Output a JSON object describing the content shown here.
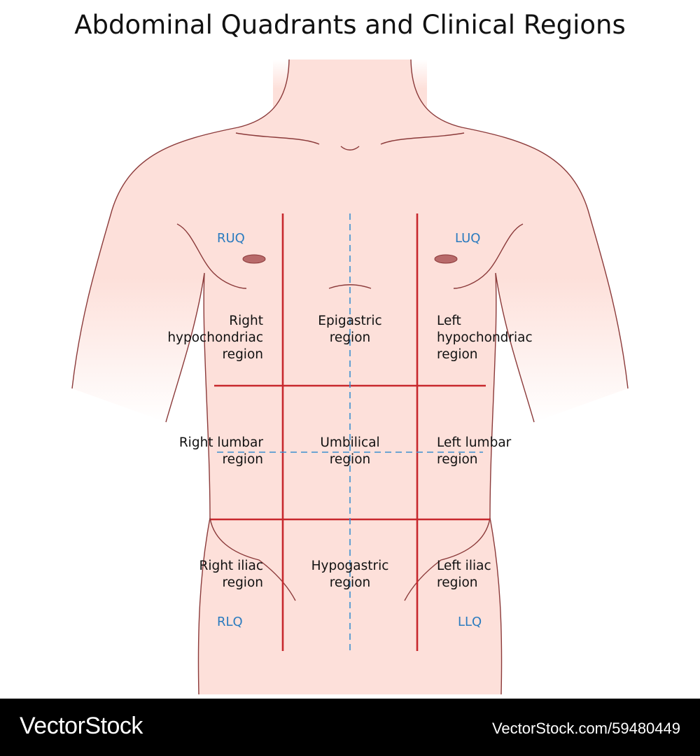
{
  "title": "Abdominal Quadrants and Clinical Regions",
  "quadrants": {
    "ruq": "RUQ",
    "luq": "LUQ",
    "rlq": "RLQ",
    "llq": "LLQ"
  },
  "regions": {
    "right_hypochondriac": "Right hypochondriac region",
    "epigastric": "Epigastric region",
    "left_hypochondriac": "Left hypochondriac region",
    "right_lumbar": "Right lumbar region",
    "umbilical": "Umbilical region",
    "left_lumbar": "Left lumbar region",
    "right_iliac": "Right iliac region",
    "hypogastric": "Hypogastric region",
    "left_iliac": "Left iliac region"
  },
  "region_lines": {
    "right_hypochondriac": [
      "Right",
      "hypochondriac",
      "region"
    ],
    "epigastric": [
      "Epigastric",
      "region"
    ],
    "left_hypochondriac": [
      "Left",
      "hypochondriac",
      "region"
    ],
    "right_lumbar": [
      "Right lumbar",
      "region"
    ],
    "umbilical": [
      "Umbilical",
      "region"
    ],
    "left_lumbar": [
      "Left lumbar",
      "region"
    ],
    "right_iliac": [
      "Right iliac",
      "region"
    ],
    "hypogastric": [
      "Hypogastric",
      "region"
    ],
    "left_iliac": [
      "Left iliac",
      "region"
    ]
  },
  "colors": {
    "outline": "#8b3a3a",
    "skin": "#fde0da",
    "region_line": "#c8282d",
    "quadrant_line": "#3d8fd0",
    "quadrant_label": "#2a7bbf"
  },
  "footer": {
    "brand": "VectorStock",
    "reference": "VectorStock.com/59480449"
  }
}
